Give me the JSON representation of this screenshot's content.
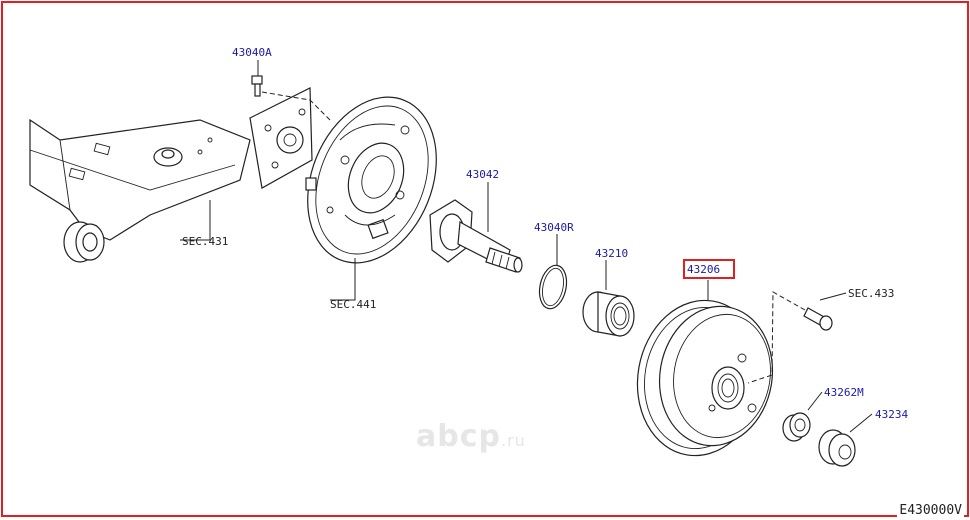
{
  "parts": {
    "bolt": "43040A",
    "sec_431": "SEC.431",
    "sec_441": "SEC.441",
    "spindle": "43042",
    "snap_ring": "43040R",
    "bearing": "43210",
    "drum": "43206",
    "sec_433": "SEC.433",
    "nut": "43262M",
    "cap": "43234"
  },
  "watermark": {
    "text": "abcp",
    "suffix": ".ru"
  },
  "diagram_code": "E430000V",
  "colors": {
    "frame": "#e02020",
    "label": "#1a1aa8",
    "line": "#222222"
  }
}
